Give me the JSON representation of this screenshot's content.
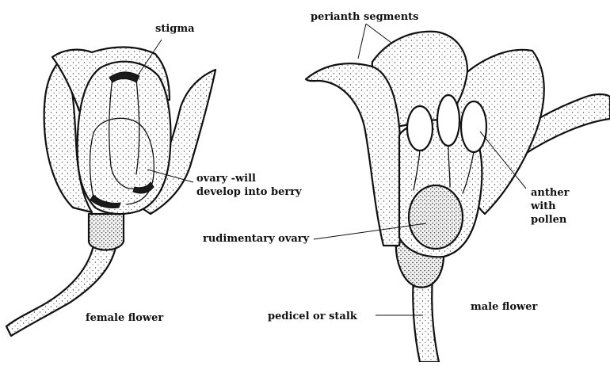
{
  "labels": {
    "stigma": "stigma",
    "ovary_line1": "ovary -will",
    "ovary_line2": "develop into berry",
    "female_flower": "female flower",
    "perianth_segments": "perianth segments",
    "anther_line1": "anther",
    "anther_line2": "with",
    "anther_line3": "pollen",
    "rudimentary_ovary": "rudimentary ovary",
    "pedicel": "pedicel or stalk",
    "male_flower": "male flower"
  }
}
